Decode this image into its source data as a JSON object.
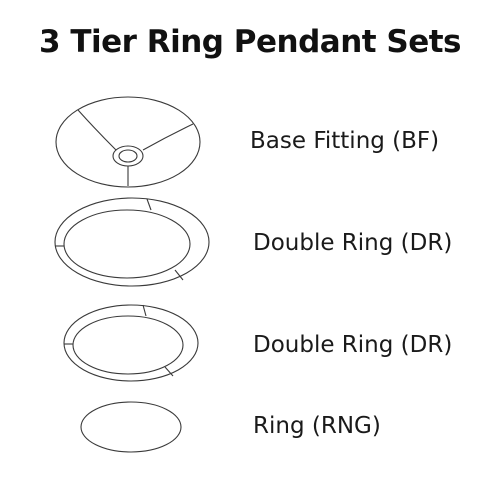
{
  "title": "3 Tier Ring Pendant Sets",
  "parts": [
    {
      "icon": "base-fitting-icon",
      "label": "Base Fitting (BF)"
    },
    {
      "icon": "double-ring-large-icon",
      "label": "Double Ring (DR)"
    },
    {
      "icon": "double-ring-medium-icon",
      "label": "Double Ring (DR)"
    },
    {
      "icon": "ring-icon",
      "label": "Ring (RNG)"
    }
  ],
  "colors": {
    "text": "#111111",
    "stroke": "#3a3a3a",
    "background": "#ffffff"
  }
}
